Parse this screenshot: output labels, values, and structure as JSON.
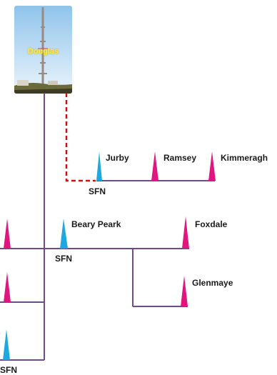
{
  "main_station": {
    "name": "Douglas"
  },
  "labels": {
    "jurby": "Jurby",
    "ramsey": "Ramsey",
    "kimmeragh": "Kimmeragh",
    "sfn_top": "SFN",
    "beary_peark": "Beary Peark",
    "foxdale": "Foxdale",
    "sfn_mid": "SFN",
    "glenmaye": "Glenmaye",
    "sfn_bottom": "SFN"
  },
  "colors": {
    "network_line": "#6e4a8e",
    "dashed_link": "#cc1111",
    "sfn_transmitter": "#1fa8e0",
    "transmitter": "#e0157f"
  }
}
